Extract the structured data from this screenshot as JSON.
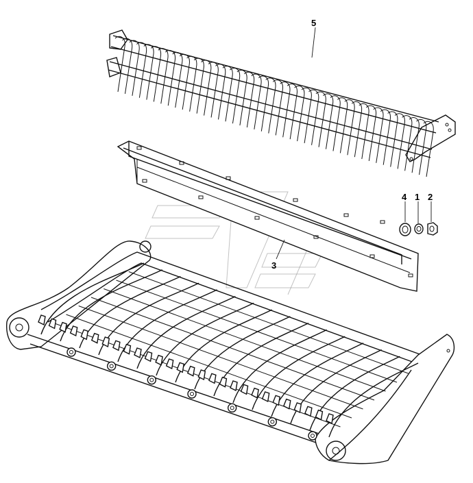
{
  "diagram": {
    "parts": [
      {
        "label": "5",
        "part": "beater-comb"
      },
      {
        "label": "3",
        "part": "cover-plate"
      },
      {
        "label": "4",
        "part": "washer"
      },
      {
        "label": "1",
        "part": "lock-washer"
      },
      {
        "label": "2",
        "part": "nut"
      }
    ]
  }
}
